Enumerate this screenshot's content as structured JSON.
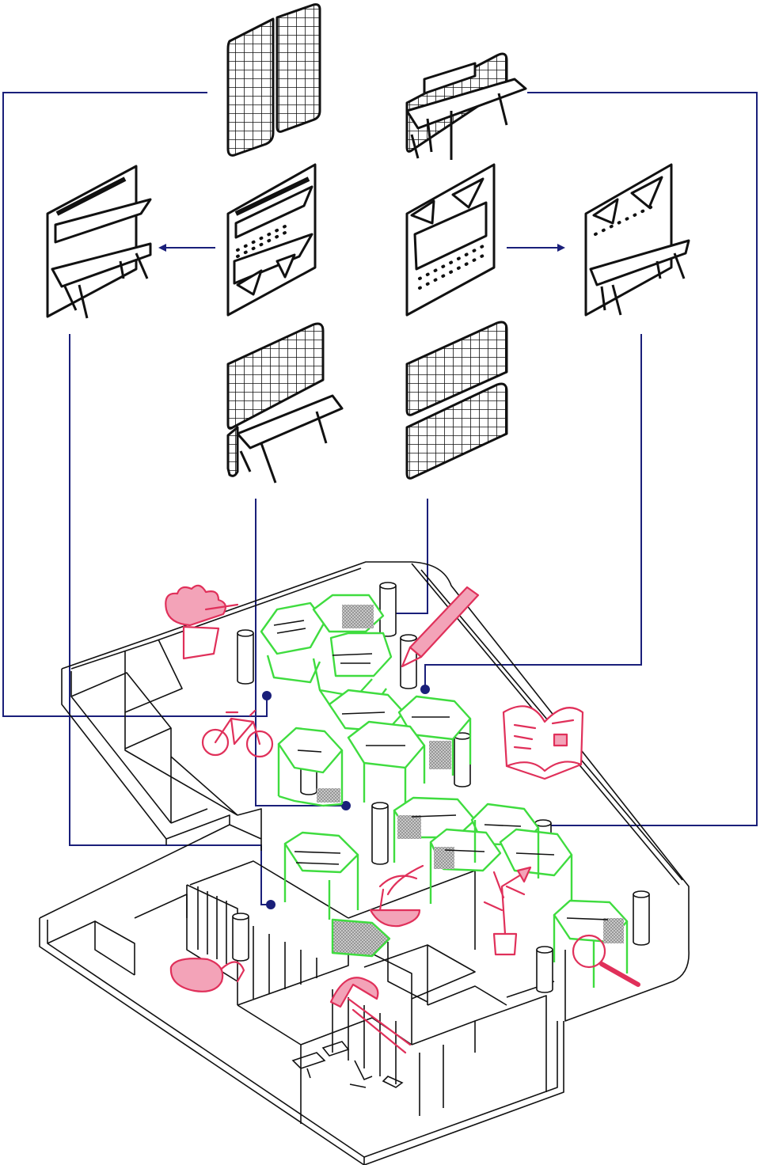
{
  "diagram": {
    "colors": {
      "furniture_stroke": "#111111",
      "connector": "#1a1f7a",
      "hexagon_outline": "#3fdc3f",
      "sketch_accent": "#e0305a",
      "sketch_fill": "#f3a3b8",
      "background": "#ffffff"
    },
    "modules": [
      {
        "id": "grid-panel-pair",
        "icon": "double-grid-panel-icon"
      },
      {
        "id": "grid-desk",
        "icon": "grid-desk-icon"
      },
      {
        "id": "shelf-desk-left",
        "icon": "shelf-desk-icon"
      },
      {
        "id": "pegboard-shelf-desk",
        "icon": "pegboard-shelf-desk-icon"
      },
      {
        "id": "pegboard-bracket-desk",
        "icon": "pegboard-bracket-desk-icon"
      },
      {
        "id": "pegboard-desk-right",
        "icon": "pegboard-desk-icon"
      },
      {
        "id": "grid-panel-desk",
        "icon": "grid-panel-desk-icon"
      },
      {
        "id": "stacked-grid-panels",
        "icon": "stacked-grid-panels-icon"
      }
    ],
    "sketch_icons": [
      "plant-icon",
      "pencil-icon",
      "bicycle-icon",
      "open-book-icon",
      "vr-headset-icon",
      "magnifier-icon",
      "potted-plant-icon",
      "bowl-icon",
      "slide-icon"
    ]
  }
}
